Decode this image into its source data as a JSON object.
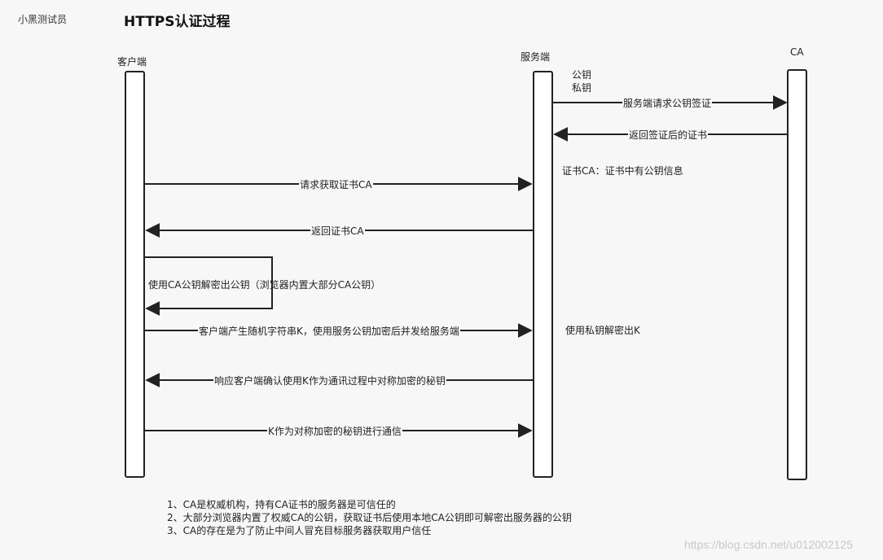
{
  "header": {
    "author": "小黑测试员",
    "title": "HTTPS认证过程"
  },
  "actors": {
    "client": "客户端",
    "server": "服务端",
    "ca": "CA"
  },
  "server_keys": {
    "public": "公钥",
    "private": "私钥"
  },
  "messages": [
    {
      "label": "服务端请求公钥签证",
      "from": "server",
      "to": "ca"
    },
    {
      "label": "返回签证后的证书",
      "from": "ca",
      "to": "server"
    },
    {
      "label": "请求获取证书CA",
      "from": "client",
      "to": "server"
    },
    {
      "label": "返回证书CA",
      "from": "server",
      "to": "client"
    },
    {
      "label": "使用CA公钥解密出公钥（浏览器内置大部分CA公钥）",
      "from": "client",
      "to": "client"
    },
    {
      "label": "客户端产生随机字符串K，使用服务公钥加密后并发给服务端",
      "from": "client",
      "to": "server"
    },
    {
      "label": "响应客户端确认使用K作为通讯过程中对称加密的秘钥",
      "from": "server",
      "to": "client"
    },
    {
      "label": "K作为对称加密的秘钥进行通信",
      "from": "client",
      "to": "server"
    }
  ],
  "notes": {
    "certificate": "证书CA：证书中有公钥信息",
    "decrypt": "使用私钥解密出K"
  },
  "footer": [
    "1、CA是权威机构，持有CA证书的服务器是可信任的",
    "2、大部分浏览器内置了权威CA的公钥，获取证书后使用本地CA公钥即可解密出服务器的公钥",
    "3、CA的存在是为了防止中间人冒充目标服务器获取用户信任"
  ],
  "watermark": "https://blog.csdn.net/u012002125"
}
